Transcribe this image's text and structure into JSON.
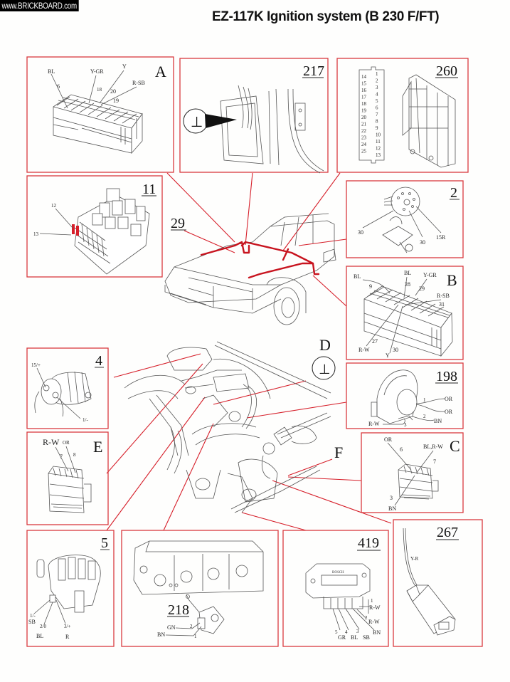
{
  "watermark": "www.BRICKBOARD.com",
  "title": "EZ-117K Ignition system (B 230 F/FT)",
  "colors": {
    "accent_red": "#d93a3f",
    "wire_red": "#c8141f",
    "line_gray": "#555555"
  },
  "panels": {
    "A": {
      "letter": "A",
      "labels": [
        "BL",
        "6",
        "Y-GR",
        "18",
        "Y",
        "20",
        "R-SB",
        "19"
      ]
    },
    "p217": {
      "number": "217",
      "ground_symbol": "⊥"
    },
    "p260": {
      "number": "260",
      "pins_left": [
        "14",
        "15",
        "16",
        "17",
        "18",
        "19",
        "20",
        "21",
        "22",
        "23",
        "24",
        "25"
      ],
      "pins_right": [
        "1",
        "2",
        "3",
        "4",
        "5",
        "6",
        "7",
        "8",
        "9",
        "10",
        "11",
        "12",
        "13"
      ]
    },
    "p11": {
      "number": "11",
      "labels": [
        "12",
        "13"
      ]
    },
    "p2": {
      "number": "2",
      "labels": [
        "30",
        "30",
        "15R"
      ]
    },
    "p29": {
      "number": "29"
    },
    "B": {
      "letter": "B",
      "labels": [
        "BL",
        "9",
        "BL",
        "28",
        "Y-GR",
        "29",
        "R-SB",
        "31",
        "27",
        "R-W",
        "30",
        "Y"
      ]
    },
    "p4": {
      "number": "4",
      "labels": [
        "15/+",
        "1/-"
      ]
    },
    "D": {
      "letter": "D",
      "ground_symbol": "⊥"
    },
    "p198": {
      "number": "198",
      "labels": [
        "1",
        "OR",
        "OR",
        "2",
        "BN",
        "R-W",
        "3"
      ]
    },
    "E": {
      "letter": "E",
      "labels": [
        "R-W",
        "OR",
        "7",
        "8"
      ]
    },
    "F": {
      "letter": "F"
    },
    "C": {
      "letter": "C",
      "labels": [
        "OR",
        "6",
        "BL,R-W",
        "7",
        "3",
        "BN"
      ]
    },
    "p5": {
      "number": "5",
      "labels": [
        "1/-",
        "SB",
        "2/0",
        "BL",
        "3/+",
        "R"
      ]
    },
    "p218": {
      "number": "218",
      "labels": [
        "GN",
        "2",
        "BN",
        "1"
      ]
    },
    "p419": {
      "number": "419",
      "brand": "BOSCH",
      "labels": [
        "1",
        "R-W",
        "2",
        "R-W",
        "5",
        "GR",
        "4",
        "BL",
        "3",
        "SB",
        "BN"
      ]
    },
    "p267": {
      "number": "267",
      "labels": [
        "Y-R"
      ]
    }
  }
}
